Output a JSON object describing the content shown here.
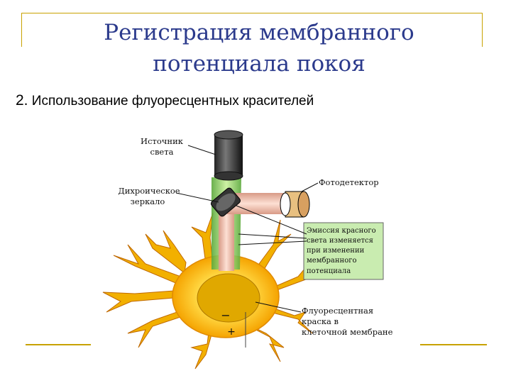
{
  "title_line1": "Регистрация мембранного",
  "title_line2": "потенциала покоя",
  "subtitle_num": "2.",
  "subtitle_text": " Использование флуоресцентных красителей",
  "labels": {
    "source_l1": "Источник",
    "source_l2": "света",
    "mirror_l1": "Дихроическое",
    "mirror_l2": "зеркало",
    "photodetector": "Фотодетектор",
    "emission_l1": "Эмиссия красного",
    "emission_l2": "света изменяется",
    "emission_l3": "при изменении",
    "emission_l4": "мембранного",
    "emission_l5": "потенциала",
    "dye_l1": "Флуоресцентная",
    "dye_l2": "краска в",
    "dye_l3": "клеточной мембране",
    "minus": "−",
    "plus": "+"
  },
  "colors": {
    "frame": "#c8a200",
    "title": "#2b3a8c",
    "green_light": "#9ad05a",
    "red_light": "#f0b8a4",
    "cell_body": "#f5b400",
    "nucleus": "#e0a800",
    "emission_box": "#c9ecb0"
  }
}
